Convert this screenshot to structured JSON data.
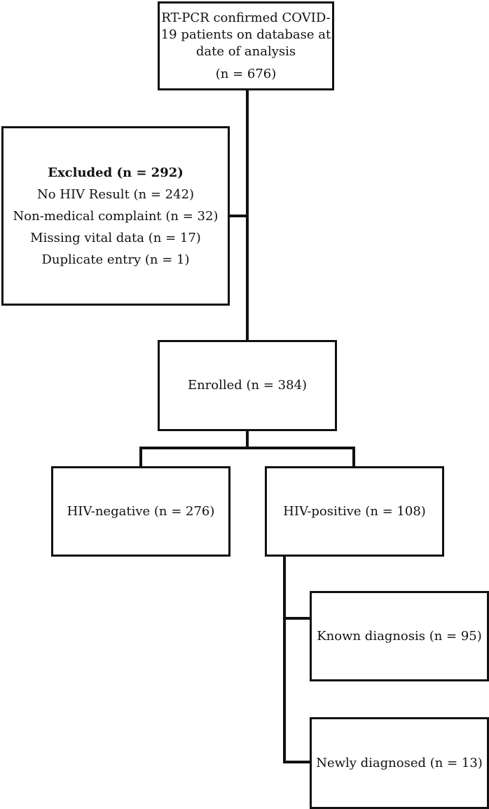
{
  "flowchart": {
    "top_box": {
      "line1": "RT-PCR confirmed COVID-",
      "line2": "19 patients on database at",
      "line3": "date of analysis",
      "count": "(n = 676)"
    },
    "excluded_box": {
      "title": "Excluded (n = 292)",
      "items": [
        "No HIV Result (n = 242)",
        "Non-medical complaint (n = 32)",
        "Missing vital data (n = 17)",
        "Duplicate entry (n = 1)"
      ]
    },
    "enrolled_box": {
      "label": "Enrolled (n = 384)"
    },
    "hiv_negative_box": {
      "label": "HIV-negative (n = 276)"
    },
    "hiv_positive_box": {
      "label": "HIV-positive (n = 108)"
    },
    "known_diagnosis_box": {
      "label": "Known diagnosis (n = 95)"
    },
    "newly_diagnosed_box": {
      "label": "Newly diagnosed (n = 13)"
    }
  }
}
